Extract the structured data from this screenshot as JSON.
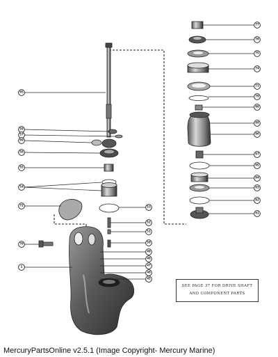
{
  "callouts_left": [
    "65",
    "59",
    "57",
    "69",
    "58",
    "55",
    "54",
    "72",
    "70",
    "1"
  ],
  "callouts_right_top": [
    "77",
    "76",
    "75",
    "74",
    "71",
    "70",
    "68",
    "69",
    "66"
  ],
  "callouts_right_bottom": [
    "67",
    "65",
    "64",
    "63",
    "62",
    "61"
  ],
  "callouts_center": [
    "53",
    "52",
    "51",
    "50",
    "49",
    "48",
    "47",
    "46",
    "45"
  ],
  "note": {
    "line1": "SEE PAGE 37 FOR DRIVE SHAFT",
    "line2": "AND COMPONENT PARTS"
  },
  "footer": "MercuryPartsOnline v2.5.1 (Image Copyright- Mercury Marine)"
}
